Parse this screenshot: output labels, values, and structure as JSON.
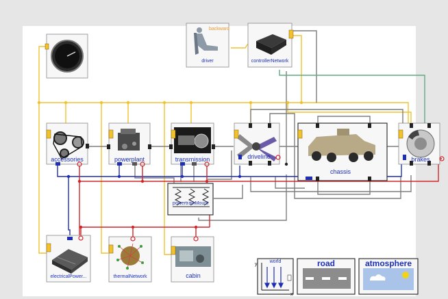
{
  "blocks": {
    "driver": {
      "label": "driver",
      "sublabel": "backward"
    },
    "controller": {
      "label": "controllerNetwork"
    },
    "accessories": {
      "label": "accessories"
    },
    "powerplant": {
      "label": "powerplant"
    },
    "transmission": {
      "label": "transmission"
    },
    "driveline": {
      "label": "driveline"
    },
    "chassis": {
      "label": "chassis"
    },
    "brakes": {
      "label": "brakes"
    },
    "mounts": {
      "label": "powertrainMount"
    },
    "electrical": {
      "label": "electricalPower..."
    },
    "thermal": {
      "label": "thermalNetwork"
    },
    "cabin": {
      "label": "cabin"
    },
    "world": {
      "label": "world",
      "axis_x": "x",
      "axis_y": "y"
    },
    "road": {
      "label": "road"
    },
    "atmosphere": {
      "label": "atmosphere"
    }
  },
  "colors": {
    "bus": "#f2c12e",
    "thermal": "#d2252a",
    "electric": "#1f2fb3",
    "mech": "#7d7d7d",
    "signal": "#5fa881",
    "label": "#1a2fb8",
    "orange_label": "#e39a3a"
  }
}
